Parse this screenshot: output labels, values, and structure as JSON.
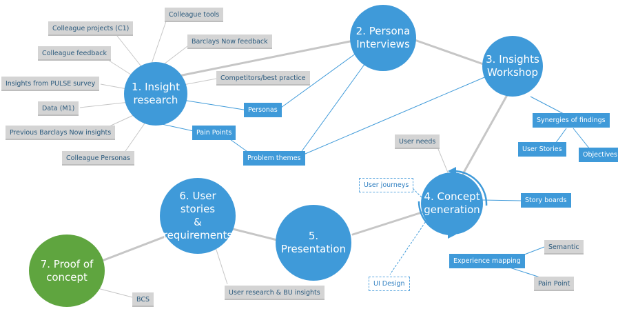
{
  "hubs": {
    "insight_research": "1. Insight\nresearch",
    "persona_interviews": "2. Persona\nInterviews",
    "insights_workshop": "3. Insights\nWorkshop",
    "concept_generation": "4. Concept\ngeneration",
    "presentation": "5. Presentation",
    "user_stories_requirements": "6. User stories\n& requirements",
    "proof_of_concept": "7. Proof of\nconcept"
  },
  "research_sources": {
    "colleague_projects": "Colleague projects (C1)",
    "colleague_tools": "Colleague tools",
    "colleague_feedback": "Colleague feedback",
    "barclays_now_feedback": "Barclays Now feedback",
    "insights_pulse": "Insights from PULSE survey",
    "competitors": "Competitors/best practice",
    "data_m1": "Data (M1)",
    "previous_insights": "Previous Barclays Now insights",
    "colleague_personas": "Colleague Personas"
  },
  "outputs": {
    "personas": "Personas",
    "pain_points": "Pain Points",
    "problem_themes": "Problem themes",
    "synergies": "Synergies of findings",
    "user_stories": "User Stories",
    "objectives": "Objectives",
    "story_boards": "Story boards",
    "experience_mapping": "Experience mapping"
  },
  "concept_inputs": {
    "user_needs": "User needs",
    "user_journeys": "User journeys",
    "ui_design": "UI Design",
    "semantic": "Semantic",
    "pain_point": "Pain Point"
  },
  "late_stage": {
    "user_research_bu": "User research & BU insights",
    "bcs": "BCS"
  },
  "colors": {
    "hub_blue": "#3f9ad9",
    "hub_green": "#5fa53f",
    "tag_gray": "#d4d4d4",
    "tag_text": "#2b5a7d",
    "connector": "#c6c6c6"
  }
}
